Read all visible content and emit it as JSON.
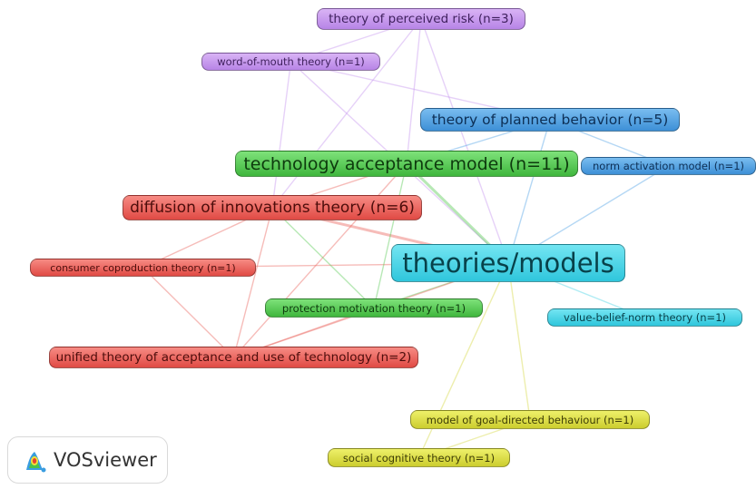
{
  "nodes": [
    {
      "id": "perceived-risk",
      "label": "theory of perceived risk (n=3)",
      "cluster": "purple"
    },
    {
      "id": "wom",
      "label": "word-of-mouth theory (n=1)",
      "cluster": "purple"
    },
    {
      "id": "planned",
      "label": "theory of planned behavior (n=5)",
      "cluster": "blue"
    },
    {
      "id": "tam",
      "label": "technology acceptance model (n=11)",
      "cluster": "green"
    },
    {
      "id": "nam",
      "label": "norm activation model (n=1)",
      "cluster": "blue"
    },
    {
      "id": "diffusion",
      "label": "diffusion of innovations theory (n=6)",
      "cluster": "red"
    },
    {
      "id": "theories",
      "label": "theories/models",
      "cluster": "cyan"
    },
    {
      "id": "coproduction",
      "label": "consumer coproduction theory (n=1)",
      "cluster": "red"
    },
    {
      "id": "protection",
      "label": "protection motivation theory (n=1)",
      "cluster": "green"
    },
    {
      "id": "vbn",
      "label": "value-belief-norm theory (n=1)",
      "cluster": "cyan"
    },
    {
      "id": "utaut",
      "label": "unified theory of acceptance and use of technology (n=2)",
      "cluster": "red"
    },
    {
      "id": "goal",
      "label": "model of goal-directed behaviour (n=1)",
      "cluster": "yellow"
    },
    {
      "id": "sct",
      "label": "social cognitive theory (n=1)",
      "cluster": "yellow"
    }
  ],
  "edges": [
    [
      "theories",
      "perceived-risk"
    ],
    [
      "theories",
      "wom"
    ],
    [
      "theories",
      "planned"
    ],
    [
      "theories",
      "tam"
    ],
    [
      "theories",
      "nam"
    ],
    [
      "theories",
      "diffusion"
    ],
    [
      "theories",
      "coproduction"
    ],
    [
      "theories",
      "protection"
    ],
    [
      "theories",
      "vbn"
    ],
    [
      "theories",
      "utaut"
    ],
    [
      "theories",
      "goal"
    ],
    [
      "theories",
      "sct"
    ],
    [
      "tam",
      "diffusion"
    ],
    [
      "tam",
      "planned"
    ],
    [
      "tam",
      "perceived-risk"
    ],
    [
      "tam",
      "utaut"
    ],
    [
      "diffusion",
      "wom"
    ],
    [
      "diffusion",
      "perceived-risk"
    ],
    [
      "diffusion",
      "coproduction"
    ],
    [
      "diffusion",
      "utaut"
    ],
    [
      "diffusion",
      "protection"
    ],
    [
      "planned",
      "wom"
    ],
    [
      "planned",
      "nam"
    ],
    [
      "wom",
      "perceived-risk"
    ],
    [
      "coproduction",
      "utaut"
    ],
    [
      "protection",
      "utaut"
    ],
    [
      "goal",
      "sct"
    ],
    [
      "tam",
      "protection"
    ]
  ],
  "cluster_colors": {
    "purple": "#c79af0",
    "blue": "#58a6e6",
    "green": "#5fcc5c",
    "red": "#ec6a63",
    "cyan": "#4fd5e6",
    "yellow": "#d8d94a"
  },
  "logo": {
    "text": "VOSviewer",
    "icon": "vosviewer-logo-icon"
  }
}
